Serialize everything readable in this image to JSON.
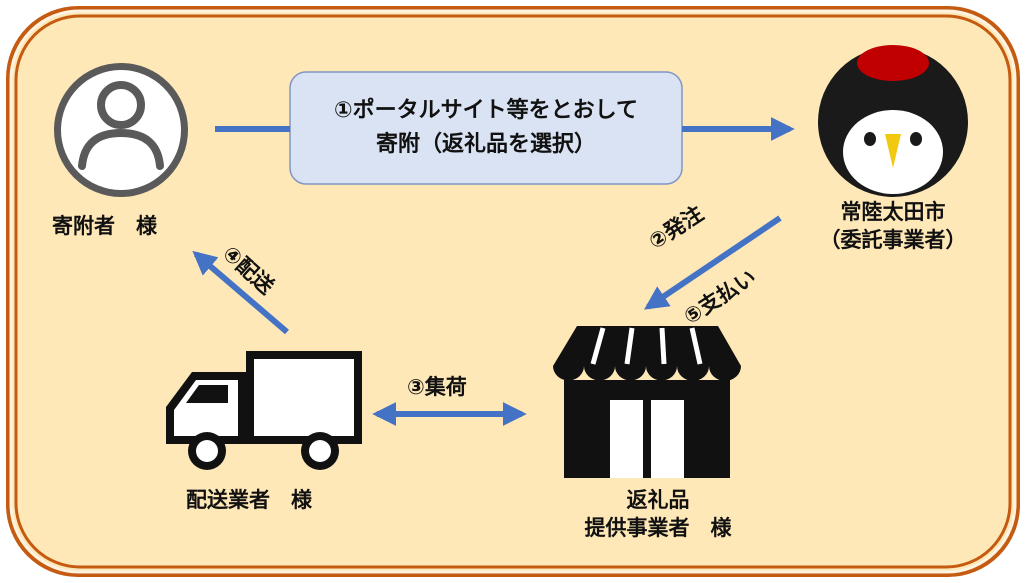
{
  "colors": {
    "border_outer": "#c55a11",
    "background": "#ffe8b8",
    "arrow": "#4472c4",
    "step_box_fill": "#dae3f3",
    "step_box_border": "#7f96c6"
  },
  "step1": {
    "line1": "①ポータルサイト等をとおして",
    "line2": "寄附（返礼品を選択）"
  },
  "actors": {
    "donor": {
      "label": "寄附者　様",
      "icon": "user-avatar-icon"
    },
    "city": {
      "line1": "常陸太田市",
      "line2": "（委託事業者）",
      "icon": "bird-mascot-icon"
    },
    "supplier": {
      "line1": "返礼品",
      "line2": "提供事業者　様",
      "icon": "storefront-icon"
    },
    "delivery": {
      "label": "配送業者　様",
      "icon": "delivery-truck-icon"
    }
  },
  "steps": {
    "order": "②発注",
    "pickup": "③集荷",
    "ship": "④配送",
    "payment": "⑤支払い"
  }
}
